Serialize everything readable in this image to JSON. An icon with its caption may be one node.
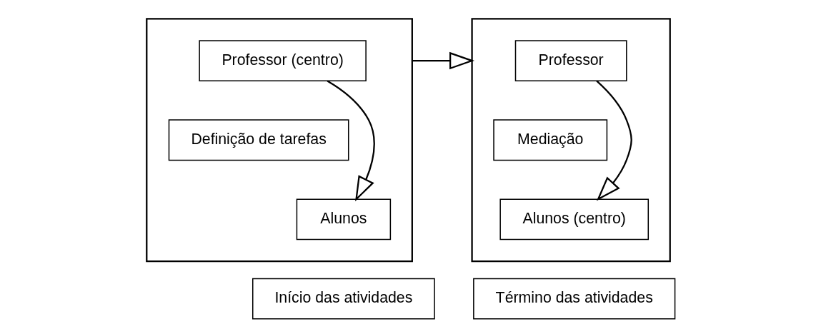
{
  "diagram": {
    "nodes": [
      {
        "text": [],
        "shape": "box"
      },
      {
        "text": [
          "Professor (centro)"
        ],
        "in": 0
      },
      {
        "text": [
          "Definição de tarefas"
        ],
        "in": 0
      },
      {
        "text": [
          "Alunos"
        ],
        "in": 0
      },
      {
        "text": [],
        "shape": "box"
      },
      {
        "text": [
          "Professor"
        ],
        "in": 4
      },
      {
        "text": [
          "Mediação"
        ],
        "in": 4
      },
      {
        "text": [
          "Alunos (centro)"
        ],
        "in": 4
      },
      {
        "text": [
          "Início das atividades"
        ]
      },
      {
        "text": [
          "Término das atividades"
        ]
      }
    ],
    "edges": [
      {
        "from": 1,
        "to": 3,
        "arrow": "to"
      },
      {
        "from": 5,
        "to": 7,
        "arrow": "to"
      },
      {
        "from": 0,
        "to": 4,
        "arrow": "to"
      }
    ]
  }
}
